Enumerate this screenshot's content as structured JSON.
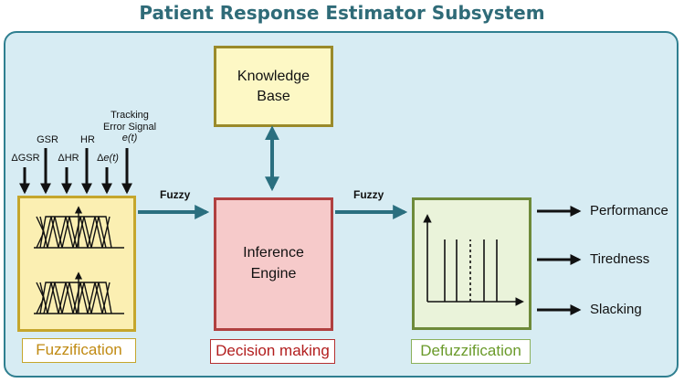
{
  "title": "Patient Response Estimator Subsystem",
  "inputs": {
    "dgsr": "ΔGSR",
    "gsr": "GSR",
    "dhr": "ΔHR",
    "hr": "HR",
    "de": "Δe(t)",
    "tracking_line1": "Tracking",
    "tracking_line2": "Error Signal",
    "tracking_line3": "e(t)"
  },
  "blocks": {
    "knowledge_base_line1": "Knowledge",
    "knowledge_base_line2": "Base",
    "inference_line1": "Inference",
    "inference_line2": "Engine"
  },
  "arrows": {
    "fuzzy_left": "Fuzzy",
    "fuzzy_right": "Fuzzy"
  },
  "outputs": [
    "Performance",
    "Tiredness",
    "Slacking"
  ],
  "captions": {
    "fuzzification": "Fuzzification",
    "decision_making": "Decision making",
    "defuzzification": "Defuzzification"
  },
  "colors": {
    "title": "#2f6b78",
    "panel_bg": "#d7ecf3",
    "connector": "#2a6f7f",
    "fuzzification": "#c08a12",
    "decision_making": "#b21d1d",
    "defuzzification": "#6a9a2a"
  }
}
